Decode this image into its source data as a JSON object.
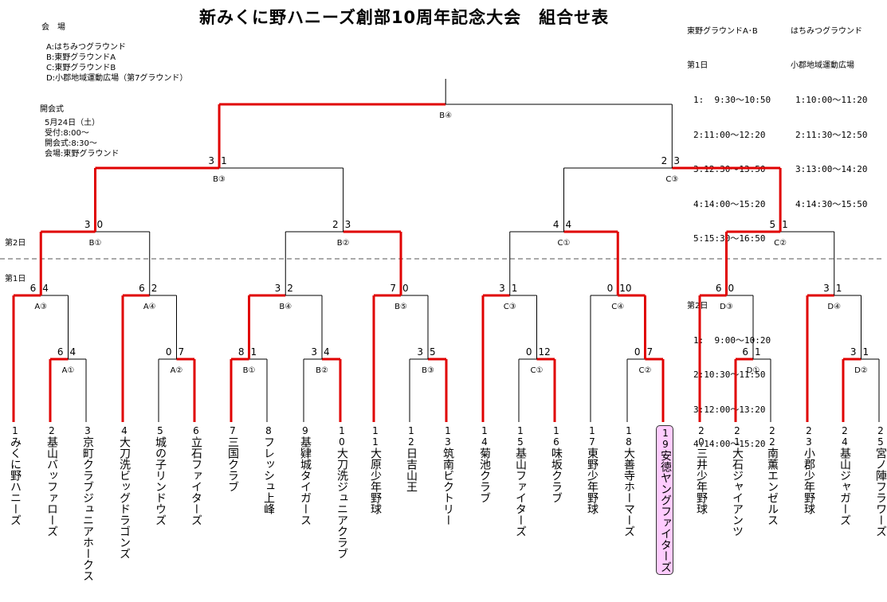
{
  "title": "新みくに野ハニーズ創部10周年記念大会　組合せ表",
  "venues": {
    "heading": "会　場",
    "items": [
      "A:はちみつグラウンド",
      "B:東野グラウンドA",
      "C:東野グラウンドB",
      "D:小郡地域運動広場（第7グラウンド）"
    ]
  },
  "opening": {
    "heading": "開会式",
    "items": [
      "5月24日（土）",
      "受付:8:00～",
      "開会式:8:30～",
      "会場:東野グラウンド"
    ]
  },
  "schedule_left": {
    "heading": "東野グラウンドA･B",
    "day1": "第1日",
    "day1_slots": [
      "1:  9:30～10:50",
      "2:11:00～12:20",
      "3:12:30～13:50",
      "4:14:00～15:20",
      "5:15:30～16:50"
    ],
    "day2": "第2日",
    "day2_slots": [
      "1:  9:00～10:20",
      "2:10:30～11:50",
      "3:12:00～13:20",
      "4:14:00～15:20"
    ]
  },
  "schedule_right": {
    "heading1": "はちみつグラウンド",
    "heading2": "小郡地域運動広場",
    "slots": [
      "1:10:00～11:20",
      "2:11:30～12:50",
      "3:13:00～14:20",
      "4:14:30～15:50"
    ]
  },
  "day_labels": {
    "day2": "第2日",
    "day1": "第1日"
  },
  "teams": [
    {
      "num": "1",
      "name": "みくに野ハニーズ"
    },
    {
      "num": "2",
      "name": "基山バッファローズ"
    },
    {
      "num": "3",
      "name": "京町クラブジュニアホークス"
    },
    {
      "num": "4",
      "name": "大刀洗ビッグドラゴンズ"
    },
    {
      "num": "5",
      "name": "城の子リンドウズ"
    },
    {
      "num": "6",
      "name": "立石ファイターズ"
    },
    {
      "num": "7",
      "name": "三国クラブ"
    },
    {
      "num": "8",
      "name": "フレッシュ上峰"
    },
    {
      "num": "9",
      "name": "基肄城タイガース"
    },
    {
      "num": "10",
      "name": "大刀洗ジュニアクラブ"
    },
    {
      "num": "11",
      "name": "大原少年野球"
    },
    {
      "num": "12",
      "name": "日吉山王"
    },
    {
      "num": "13",
      "name": "筑南ビクトリー"
    },
    {
      "num": "14",
      "name": "菊池クラブ"
    },
    {
      "num": "15",
      "name": "基山ファイターズ"
    },
    {
      "num": "16",
      "name": "味坂クラブ"
    },
    {
      "num": "17",
      "name": "東野少年野球"
    },
    {
      "num": "18",
      "name": "大善寺ホーマーズ"
    },
    {
      "num": "19",
      "name": "安徳ヤングファイターズ"
    },
    {
      "num": "20",
      "name": "三井少年野球"
    },
    {
      "num": "21",
      "name": "大石ジャイアンツ"
    },
    {
      "num": "22",
      "name": "南薫エンゼルス"
    },
    {
      "num": "23",
      "name": "小郡少年野球"
    },
    {
      "num": "24",
      "name": "基山ジャガーズ"
    },
    {
      "num": "25",
      "name": "宮ノ陣フラワーズ"
    }
  ],
  "highlight_team": "19",
  "matches": [
    {
      "label": "A①",
      "scores": [
        "6",
        "4"
      ],
      "winner": "left"
    },
    {
      "label": "A②",
      "scores": [
        "0",
        "7"
      ],
      "winner": "right"
    },
    {
      "label": "B①",
      "scores": [
        "8",
        "1"
      ],
      "winner": "left"
    },
    {
      "label": "B②",
      "scores": [
        "3",
        "4"
      ],
      "winner": "right"
    },
    {
      "label": "B③",
      "scores": [
        "3",
        "5"
      ],
      "winner": "right"
    },
    {
      "label": "C①",
      "scores": [
        "0",
        "12"
      ],
      "winner": "right"
    },
    {
      "label": "C②",
      "scores": [
        "0",
        "7"
      ],
      "winner": "right"
    },
    {
      "label": "D①",
      "scores": [
        "6",
        "1"
      ],
      "winner": "left"
    },
    {
      "label": "D②",
      "scores": [
        "3",
        "1"
      ],
      "winner": "left"
    },
    {
      "label": "A③",
      "scores": [
        "6",
        "4"
      ],
      "winner": "left"
    },
    {
      "label": "A④",
      "scores": [
        "6",
        "2"
      ],
      "winner": "left"
    },
    {
      "label": "B④",
      "scores": [
        "3",
        "2"
      ],
      "winner": "left"
    },
    {
      "label": "B⑤",
      "scores": [
        "7",
        "0"
      ],
      "winner": "left"
    },
    {
      "label": "C③",
      "scores": [
        "3",
        "1"
      ],
      "winner": "left"
    },
    {
      "label": "C④",
      "scores": [
        "0",
        "10"
      ],
      "winner": "right"
    },
    {
      "label": "D③",
      "scores": [
        "6",
        "0"
      ],
      "winner": "left"
    },
    {
      "label": "D④",
      "scores": [
        "3",
        "1"
      ],
      "winner": "left"
    },
    {
      "label": "B①",
      "scores": [
        "3",
        "0"
      ],
      "winner": "left"
    },
    {
      "label": "B②",
      "scores": [
        "2",
        "3"
      ],
      "winner": "right"
    },
    {
      "label": "C①",
      "scores": [
        "4",
        "4"
      ],
      "winner": "right"
    },
    {
      "label": "C②",
      "scores": [
        "5",
        "1"
      ],
      "winner": "left"
    },
    {
      "label": "B③",
      "scores": [
        "3",
        "1"
      ],
      "winner": "left"
    },
    {
      "label": "C③",
      "scores": [
        "2",
        "3"
      ],
      "winner": "right"
    },
    {
      "label": "B④",
      "scores": [
        "",
        ""
      ],
      "winner": "left"
    }
  ],
  "colors": {
    "winner_line": "#e00000",
    "line": "#000000",
    "highlight_bg": "#ffccff"
  }
}
